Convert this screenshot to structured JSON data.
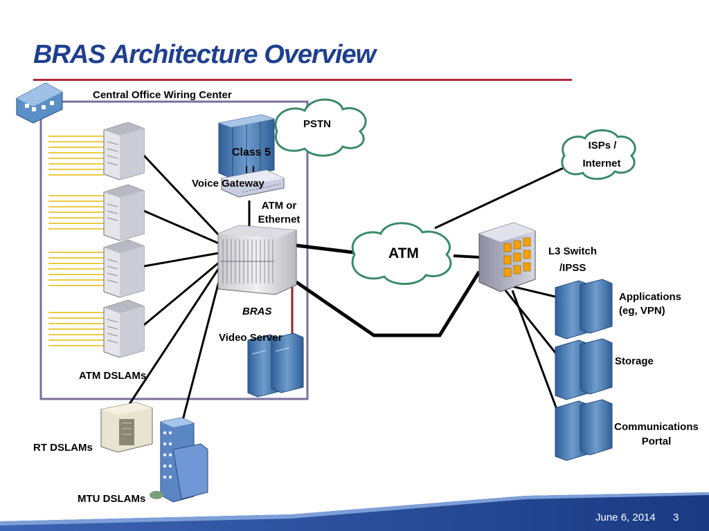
{
  "slide": {
    "title": "BRAS Architecture Overview",
    "footer_date": "June 6, 2014",
    "page_number": "3"
  },
  "colors": {
    "title": "#1f3f8f",
    "title_rule": "#b2243a",
    "wiring_center_border": "#7a6f9a",
    "cloud_outline": "#3a8a6a",
    "device_blue": "#4a7db5",
    "footer_band": "#1f3f8f"
  },
  "labels": {
    "central_office": "Central Office Wiring Center",
    "pstn": "PSTN",
    "class5": "Class 5",
    "voice_gateway": "Voice Gateway",
    "atm_or_ethernet_1": "ATM or",
    "atm_or_ethernet_2": "Ethernet",
    "bras": "BRAS",
    "video_server": "Video Server",
    "atm_dslams": "ATM DSLAMs",
    "rt_dslams": "RT DSLAMs",
    "mtu_dslams": "MTU DSLAMs",
    "atm_cloud": "ATM",
    "isps_1": "ISPs /",
    "isps_2": "Internet",
    "l3_switch_1": "L3 Switch",
    "l3_switch_2": "/IPSS",
    "applications_1": "Applications",
    "applications_2": "(eg, VPN)",
    "storage": "Storage",
    "comm_portal_1": "Communications",
    "comm_portal_2": "Portal"
  }
}
